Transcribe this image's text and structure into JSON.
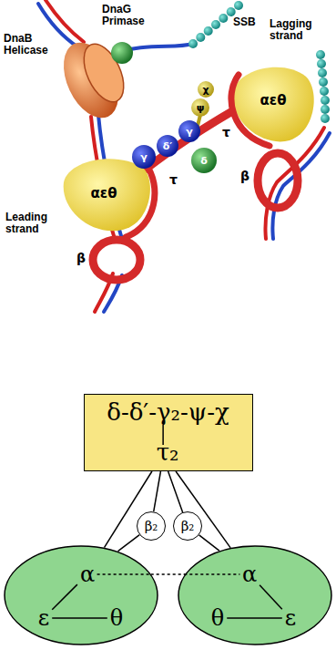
{
  "diagram": {
    "nodes": [
      {
        "text": [
          "δ-δ′-γ₂-ψ-χ",
          "τ₂"
        ]
      },
      {
        "text": [
          "β₂"
        ]
      },
      {
        "text": [
          "β₂"
        ]
      },
      {
        "text": [
          "α",
          "ε",
          "θ"
        ]
      },
      {
        "text": [
          "α",
          "θ",
          "ε"
        ]
      }
    ],
    "edges": [
      {
        "from": 0,
        "to": 3,
        "arrow": "none"
      },
      {
        "from": 0,
        "to": 1,
        "arrow": "none"
      },
      {
        "from": 0,
        "to": 2,
        "arrow": "none"
      },
      {
        "from": 0,
        "to": 4,
        "arrow": "none"
      },
      {
        "from": 1,
        "to": 3,
        "arrow": "none"
      },
      {
        "from": 2,
        "to": 4,
        "arrow": "none"
      },
      {
        "from": 3,
        "to": 4,
        "arrow": "none"
      }
    ],
    "labels": [
      "DnaG Primase",
      "SSB",
      "Lagging strand",
      "DnaB Helicase",
      "χ",
      "ψ",
      "γ",
      "δ′",
      "γ",
      "δ",
      "τ",
      "τ",
      "αεθ",
      "β",
      "Leading strand",
      "αεθ",
      "β"
    ]
  }
}
